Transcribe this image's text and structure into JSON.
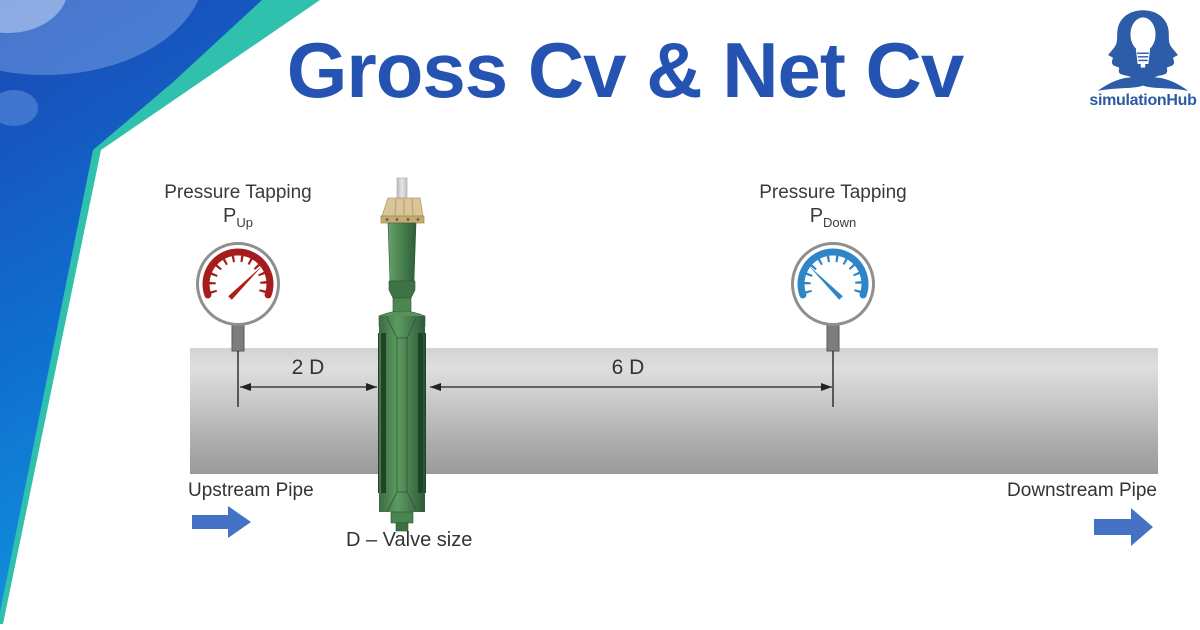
{
  "slide": {
    "title": "Gross Cv & Net Cv"
  },
  "brand": {
    "name": "simulationHub"
  },
  "labels": {
    "pressure_tapping_up": {
      "line1": "Pressure Tapping",
      "symbol": "P",
      "subscript": "Up"
    },
    "pressure_tapping_down": {
      "line1": "Pressure Tapping",
      "symbol": "P",
      "subscript": "Down"
    },
    "dim_upstream": "2 D",
    "dim_downstream": "6 D",
    "upstream_pipe": "Upstream Pipe",
    "downstream_pipe": "Downstream Pipe",
    "valve_size": "D – Valve size"
  },
  "colors": {
    "title_blue": "#2453b2",
    "brand_blue": "#2b5aa3",
    "accent_teal": "#2fc1ad",
    "corner_blue_top": "#1c47b4",
    "corner_blue_bottom": "#1193dd",
    "flow_arrow_blue": "#4472c4",
    "gauge_red": "#a61c1c",
    "gauge_blue": "#2e86c6",
    "valve_green": "#4f8a53",
    "actuator_tan": "#d9c59a",
    "pipe_gray": "#bdbdbd",
    "label_text": "#3a3a3a"
  }
}
